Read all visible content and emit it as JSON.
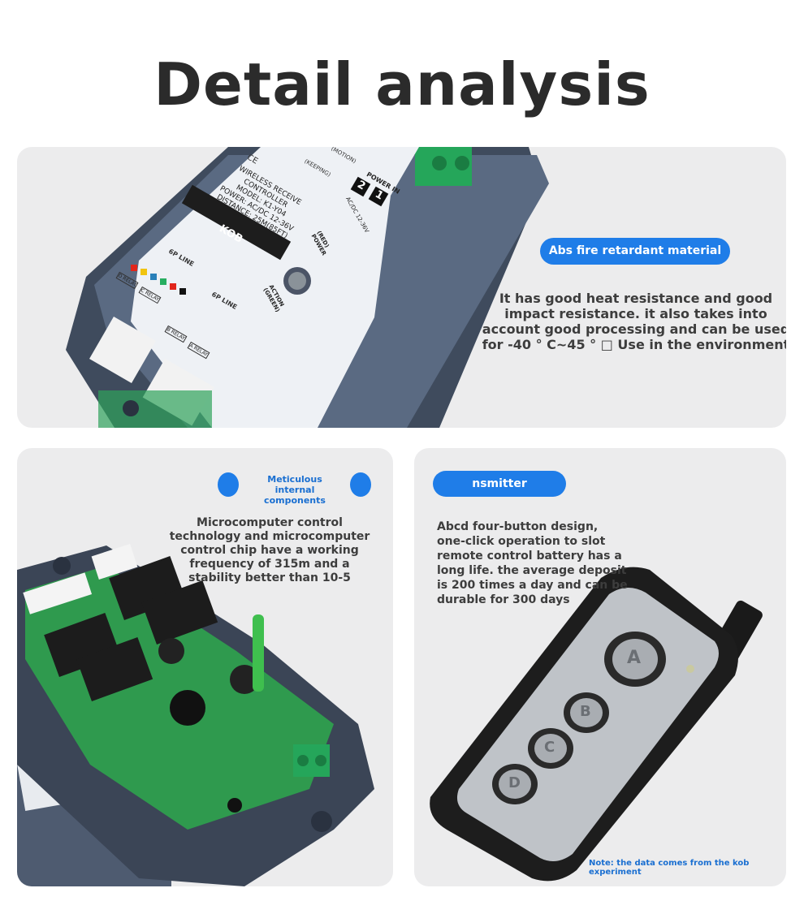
{
  "header": {
    "title": "Detail analysis"
  },
  "section1": {
    "badge": "Abs fire retardant material",
    "description": "It has good heat resistance and good impact resistance. it also takes into account good processing and can be used for -40 ° C~45 ° □ Use in the environment",
    "product": {
      "label_lines": [
        "WIRELESS RECEIVE",
        "CONTROLLER",
        "MODEL: K1-Y04",
        "POWER: AC/DC 12-36V",
        "DISTANCE: 25M(85FT)"
      ],
      "brand": "KOB",
      "ce_mark": "CE",
      "power_in": "POWER IN",
      "power_led": "(RED) POWER",
      "action_led": "ACTION (GREEN)",
      "acdc": "AC/DC 12-36V",
      "line_label": "6P LINE",
      "relays": [
        "D RELAY",
        "C RELAY",
        "B RELAY",
        "A RELAY"
      ],
      "motion": "(MOTION)",
      "keeping": "(KEEPING)",
      "terminal_numbers": [
        "2",
        "1"
      ]
    }
  },
  "section2": {
    "badge": "Meticulous internal components",
    "description": "Microcomputer control technology and microcomputer control chip have a working frequency of 315m and a stability better than 10-5"
  },
  "section3": {
    "badge": "nsmitter",
    "description": "Abcd four-button design, one-click operation to slot remote control battery has a long life. the average deposit is 200 times a day and can be durable for 300 days",
    "buttons": [
      "A",
      "B",
      "C",
      "D"
    ],
    "note": "Note: the data comes from the kob experiment"
  },
  "colors": {
    "accent": "#1f7de8",
    "card_bg": "#ececed",
    "housing": "#56657d",
    "pcb": "#2f9a4e"
  }
}
